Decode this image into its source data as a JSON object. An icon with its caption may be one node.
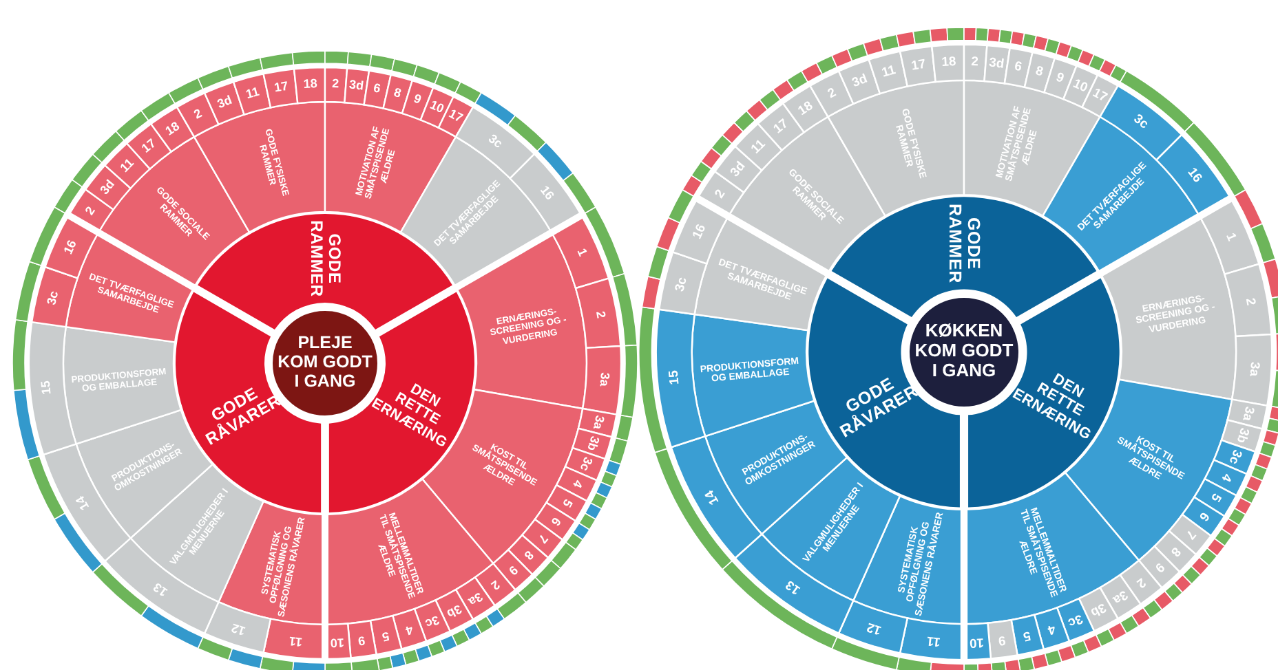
{
  "diagram": {
    "nodes": [
      {
        "text": [
          "PLEJE KOM GODT I GANG"
        ]
      },
      {
        "text": [
          "GODE RAMMER"
        ]
      },
      {
        "text": [
          "GODE SOCIALE RAMMER"
        ]
      },
      {
        "text": [
          "2"
        ]
      },
      {
        "text": [
          "3d"
        ]
      },
      {
        "text": [
          "11"
        ]
      },
      {
        "text": [
          "17"
        ]
      },
      {
        "text": [
          "18"
        ]
      },
      {
        "text": [
          "GODE FYSISKE RAMMER"
        ]
      },
      {
        "text": [
          "2"
        ]
      },
      {
        "text": [
          "3d"
        ]
      },
      {
        "text": [
          "11"
        ]
      },
      {
        "text": [
          "17"
        ]
      },
      {
        "text": [
          "18"
        ]
      },
      {
        "text": [
          "MOTIVATION AF SMÅTSPISENDE ÆLDRE"
        ]
      },
      {
        "text": [
          "2"
        ]
      },
      {
        "text": [
          "3d"
        ]
      },
      {
        "text": [
          "6"
        ]
      },
      {
        "text": [
          "8"
        ]
      },
      {
        "text": [
          "9"
        ]
      },
      {
        "text": [
          "10"
        ]
      },
      {
        "text": [
          "17"
        ]
      },
      {
        "text": [
          "DET TVÆRFAGLIGE SAMARBEJDE"
        ]
      },
      {
        "text": [
          "3c"
        ]
      },
      {
        "text": [
          "16"
        ]
      },
      {
        "text": [
          "DEN RETTE ERNÆRING"
        ]
      },
      {
        "text": [
          "ERNÆRINGS-SCREENING OG -VURDERING"
        ]
      },
      {
        "text": [
          "1"
        ]
      },
      {
        "text": [
          "2"
        ]
      },
      {
        "text": [
          "3a"
        ]
      },
      {
        "text": [
          "KOST TIL SMÅTSPISENDE ÆLDRE"
        ]
      },
      {
        "text": [
          "3a"
        ]
      },
      {
        "text": [
          "3b"
        ]
      },
      {
        "text": [
          "3c"
        ]
      },
      {
        "text": [
          "4"
        ]
      },
      {
        "text": [
          "5"
        ]
      },
      {
        "text": [
          "6"
        ]
      },
      {
        "text": [
          "7"
        ]
      },
      {
        "text": [
          "8"
        ]
      },
      {
        "text": [
          "9"
        ]
      },
      {
        "text": [
          "MELLEMMÅLTIDER TIL SMÅTSPISENDE ÆLDRE"
        ]
      },
      {
        "text": [
          "2"
        ]
      },
      {
        "text": [
          "3a"
        ]
      },
      {
        "text": [
          "3b"
        ]
      },
      {
        "text": [
          "3c"
        ]
      },
      {
        "text": [
          "4"
        ]
      },
      {
        "text": [
          "5"
        ]
      },
      {
        "text": [
          "9"
        ]
      },
      {
        "text": [
          "10"
        ]
      },
      {
        "text": [
          "GODE RÅVARER"
        ]
      },
      {
        "text": [
          "SYSTEMATISK OPFØLGNING OG SÆSONENS RÅVARER"
        ]
      },
      {
        "text": [
          "11"
        ]
      },
      {
        "text": [
          "12"
        ]
      },
      {
        "text": [
          "VALGMULIGHEDER I MENUERNE"
        ]
      },
      {
        "text": [
          "13"
        ]
      },
      {
        "text": [
          "PRODUKTIONS-OMKOSTNINGER"
        ]
      },
      {
        "text": [
          "14"
        ]
      },
      {
        "text": [
          "PRODUKTIONSFORM OG EMBALLAGE"
        ]
      },
      {
        "text": [
          "15"
        ]
      },
      {
        "text": [
          "DET TVÆRFAGLIGE SAMARBEJDE"
        ]
      },
      {
        "text": [
          "3c"
        ]
      },
      {
        "text": [
          "16"
        ]
      },
      {
        "text": [
          "KØKKEN KOM GODT I GANG"
        ]
      },
      {
        "text": [
          "GODE RAMMER"
        ]
      },
      {
        "text": [
          "GODE SOCIALE RAMMER"
        ]
      },
      {
        "text": [
          "2"
        ]
      },
      {
        "text": [
          "3d"
        ]
      },
      {
        "text": [
          "11"
        ]
      },
      {
        "text": [
          "17"
        ]
      },
      {
        "text": [
          "18"
        ]
      },
      {
        "text": [
          "GODE FYSISKE RAMMER"
        ]
      },
      {
        "text": [
          "2"
        ]
      },
      {
        "text": [
          "3d"
        ]
      },
      {
        "text": [
          "11"
        ]
      },
      {
        "text": [
          "17"
        ]
      },
      {
        "text": [
          "18"
        ]
      },
      {
        "text": [
          "MOTIVATION AF SMÅTSPISENDE ÆLDRE"
        ]
      },
      {
        "text": [
          "2"
        ]
      },
      {
        "text": [
          "3d"
        ]
      },
      {
        "text": [
          "6"
        ]
      },
      {
        "text": [
          "8"
        ]
      },
      {
        "text": [
          "9"
        ]
      },
      {
        "text": [
          "10"
        ]
      },
      {
        "text": [
          "17"
        ]
      },
      {
        "text": [
          "DET TVÆRFAGLIGE SAMARBEJDE"
        ]
      },
      {
        "text": [
          "3c"
        ]
      },
      {
        "text": [
          "16"
        ]
      },
      {
        "text": [
          "DEN RETTE ERNÆRING"
        ]
      },
      {
        "text": [
          "ERNÆRINGS-SCREENING OG -VURDERING"
        ]
      },
      {
        "text": [
          "1"
        ]
      },
      {
        "text": [
          "2"
        ]
      },
      {
        "text": [
          "3a"
        ]
      },
      {
        "text": [
          "KOST TIL SMÅTSPISENDE ÆLDRE"
        ]
      },
      {
        "text": [
          "3a"
        ]
      },
      {
        "text": [
          "3b"
        ]
      },
      {
        "text": [
          "3c"
        ]
      },
      {
        "text": [
          "4"
        ]
      },
      {
        "text": [
          "5"
        ]
      },
      {
        "text": [
          "6"
        ]
      },
      {
        "text": [
          "7"
        ]
      },
      {
        "text": [
          "8"
        ]
      },
      {
        "text": [
          "9"
        ]
      },
      {
        "text": [
          "MELLEMMÅLTIDER TIL SMÅTSPISENDE ÆLDRE"
        ]
      },
      {
        "text": [
          "2"
        ]
      },
      {
        "text": [
          "3a"
        ]
      },
      {
        "text": [
          "3b"
        ]
      },
      {
        "text": [
          "3c"
        ]
      },
      {
        "text": [
          "4"
        ]
      },
      {
        "text": [
          "5"
        ]
      },
      {
        "text": [
          "9"
        ]
      },
      {
        "text": [
          "10"
        ]
      },
      {
        "text": [
          "GODE RÅVARER"
        ]
      },
      {
        "text": [
          "SYSTEMATISK OPFØLGNING OG SÆSONENS RÅVARER"
        ]
      },
      {
        "text": [
          "11"
        ]
      },
      {
        "text": [
          "12"
        ]
      },
      {
        "text": [
          "VALGMULIGHEDER I MENUERNE"
        ]
      },
      {
        "text": [
          "13"
        ]
      },
      {
        "text": [
          "PRODUKTIONS-OMKOSTNINGER"
        ]
      },
      {
        "text": [
          "14"
        ]
      },
      {
        "text": [
          "PRODUKTIONSFORM OG EMBALLAGE"
        ]
      },
      {
        "text": [
          "15"
        ]
      },
      {
        "text": [
          "DET TVÆRFAGLIGE SAMARBEJDE"
        ]
      },
      {
        "text": [
          "3c"
        ]
      },
      {
        "text": [
          "16"
        ]
      }
    ]
  }
}
